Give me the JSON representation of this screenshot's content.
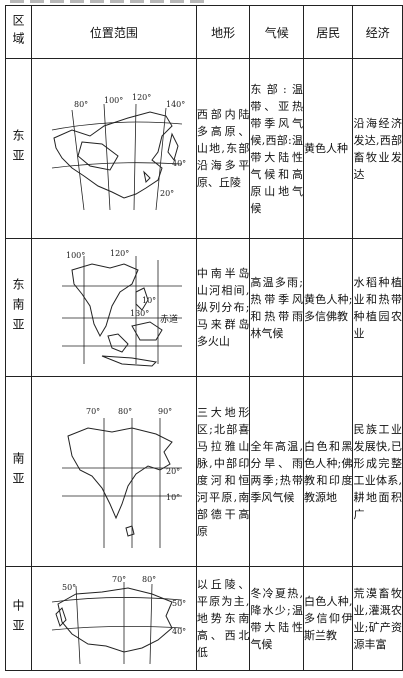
{
  "headers": [
    "区域",
    "位置范围",
    "地形",
    "气候",
    "居民",
    "经济"
  ],
  "rows": [
    {
      "region": "东亚",
      "map_labels": [
        "80°",
        "100°",
        "120°",
        "140°",
        "40°",
        "20°"
      ],
      "terrain": "西部内陆多高原、山地,东部沿海多平原、丘陵",
      "climate": "东部:温带、亚热带季风气候,西部:温带大陆性气候和高原山地气候",
      "residents": "黄色人种",
      "economy": "沿海经济发达,西部畜牧业发达"
    },
    {
      "region": "东南亚",
      "map_labels": [
        "100°",
        "120°",
        "10°",
        "130°",
        "赤道"
      ],
      "terrain": "中南半岛山河相间,纵列分布;马来群岛多火山",
      "climate": "高温多雨;热带季风和热带雨林气候",
      "residents": "黄色人种;多信佛教",
      "economy": "水稻种植业和热带种植园农业"
    },
    {
      "region": "南亚",
      "map_labels": [
        "70°",
        "80°",
        "90°",
        "20°",
        "10°"
      ],
      "terrain": "三大地形区;北部喜马拉雅山脉,中部印度河和恒河平原,南部德干高原",
      "climate": "全年高温,分旱、雨两季;热带季风气候",
      "residents": "白色和黑色人种;佛教和印度教源地",
      "economy": "民族工业发展快,已形成完整工业体系,耕地面积广"
    },
    {
      "region": "中亚",
      "map_labels": [
        "50°",
        "70°",
        "80°",
        "50°",
        "40°"
      ],
      "terrain": "以丘陵、平原为主,地势东南高、西北低",
      "climate": "冬冷夏热,降水少;温带大陆性气候",
      "residents": "白色人种,多信仰伊斯兰教",
      "economy": "荒漠畜牧业,灌溉农业;矿产资源丰富"
    }
  ]
}
